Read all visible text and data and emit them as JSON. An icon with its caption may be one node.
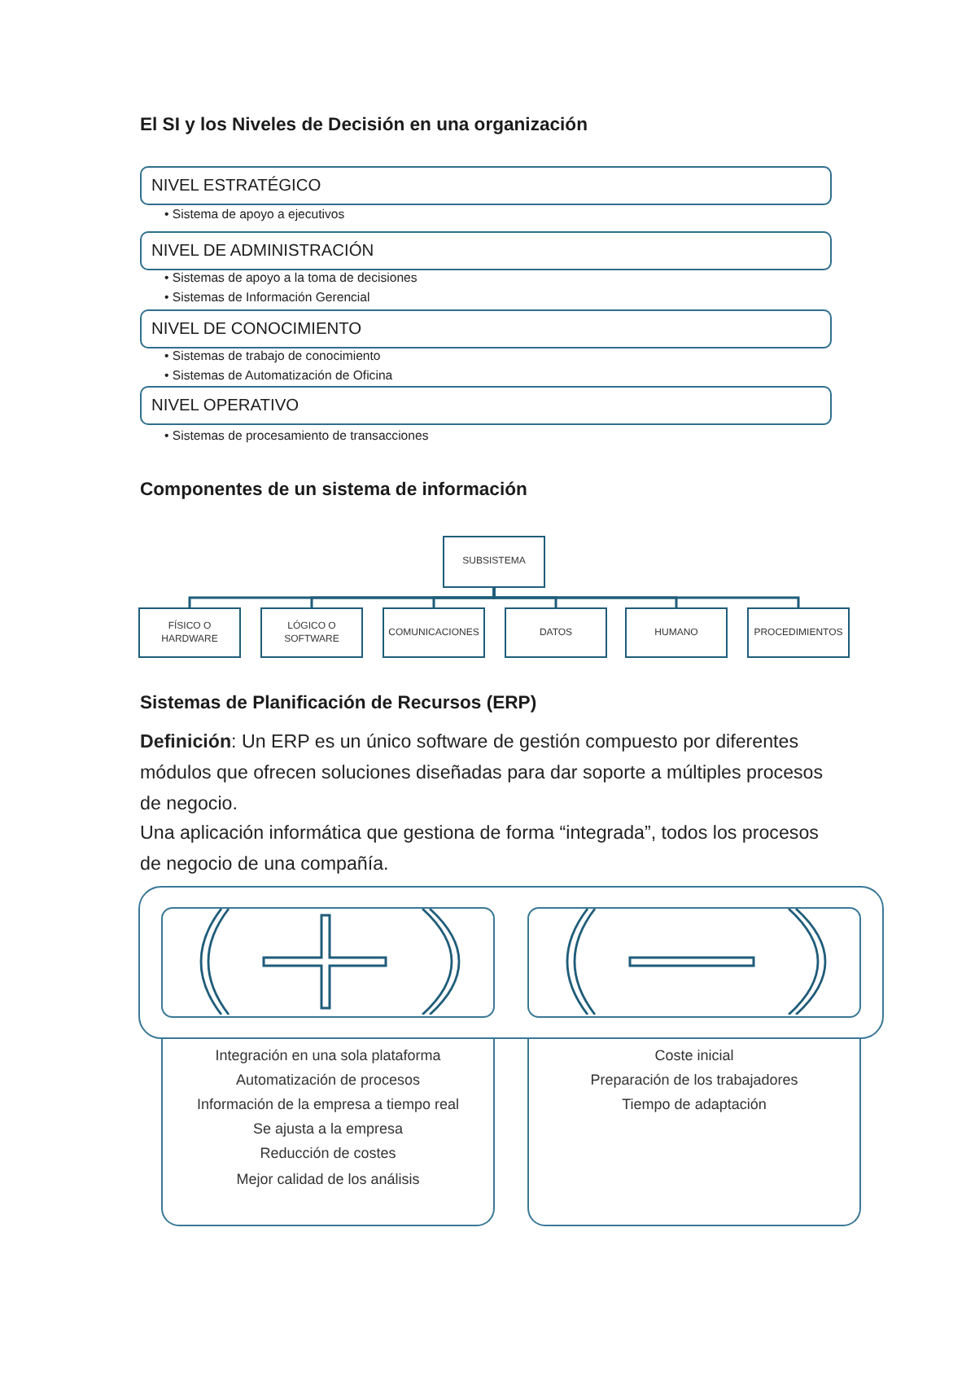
{
  "diagram": {
    "title": "El SI y los Niveles de Decisión en una organización",
    "nodes": [
      {
        "text": [
          "NIVEL ESTRATÉGICO"
        ],
        "beside": [
          "• Sistema de apoyo a ejecutivos"
        ]
      },
      {
        "text": [
          "NIVEL DE ADMINISTRACIÓN"
        ],
        "beside": [
          "• Sistemas de apoyo a la toma de decisiones",
          "• Sistemas de Información Gerencial"
        ]
      },
      {
        "text": [
          "NIVEL DE CONOCIMIENTO"
        ],
        "beside": [
          "• Sistemas de trabajo de conocimiento",
          "• Sistemas de Automatización de Oficina"
        ]
      },
      {
        "text": [
          "NIVEL OPERATIVO"
        ],
        "beside": [
          "• Sistemas de procesamiento de transacciones"
        ]
      },
      {
        "text": [
          "SUBSISTEMA"
        ]
      },
      {
        "text": [
          "FÍSICO O HARDWARE"
        ]
      },
      {
        "text": [
          "LÓGICO O SOFTWARE"
        ]
      },
      {
        "text": [
          "COMUNICACIONES"
        ]
      },
      {
        "text": [
          "DATOS"
        ]
      },
      {
        "text": [
          "HUMANO"
        ]
      },
      {
        "text": [
          "PROCEDIMIENTOS"
        ]
      },
      {
        "text": [],
        "shape": "box"
      },
      {
        "text": [],
        "shape": "box",
        "in": 11
      },
      {
        "text": [],
        "shape": "box",
        "in": 11
      },
      {
        "text": [
          "Integración en una sola plataforma",
          "Automatización de procesos",
          "Información de la empresa a tiempo real",
          "Se ajusta a la empresa",
          "Reducción de costes",
          "Mejor calidad de los análisis"
        ]
      },
      {
        "text": [
          "Coste inicial",
          "Preparación de los trabajadores",
          "Tiempo de adaptación"
        ]
      }
    ],
    "edges": [
      {
        "from": 4,
        "to": 5,
        "arrow": "none"
      },
      {
        "from": 4,
        "to": 6,
        "arrow": "none"
      },
      {
        "from": 4,
        "to": 7,
        "arrow": "none"
      },
      {
        "from": 4,
        "to": 8,
        "arrow": "none"
      },
      {
        "from": 4,
        "to": 9,
        "arrow": "none"
      },
      {
        "from": 4,
        "to": 10,
        "arrow": "none"
      }
    ],
    "labels": [
      "Componentes de un sistema de información",
      "Sistemas de Planificación de Recursos (ERP)",
      "**Definición**: Un ERP es un único software de gestión compuesto por diferentes módulos que ofrecen soluciones diseñadas para dar soporte a múltiples procesos de negocio.",
      "Una aplicación informática que gestiona de forma “integrada”, todos los procesos de negocio de una compañía."
    ]
  }
}
